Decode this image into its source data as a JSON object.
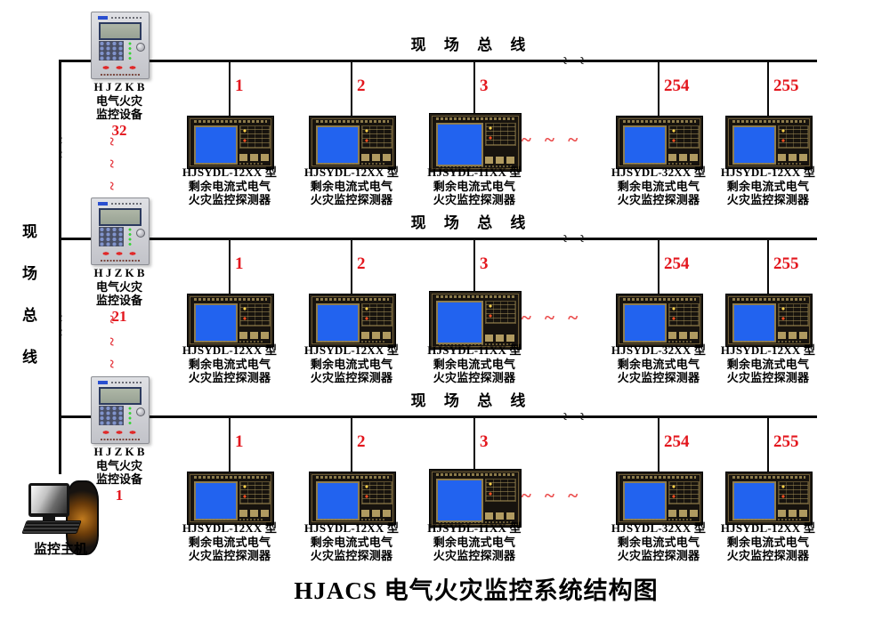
{
  "title": "HJACS 电气火灾监控系统结构图",
  "glyphs": {
    "tilde": "~",
    "ellipsis": "~ ~ ~"
  },
  "colors": {
    "accent_red": "#e3161d",
    "line_black": "#0a0a0a",
    "screen_blue": "#2263ef",
    "panel_gray": "#c9cace"
  },
  "left_bus": {
    "label_chars": [
      "现",
      "场",
      "总",
      "线"
    ]
  },
  "host": {
    "label": "监控主机"
  },
  "controllers": [
    {
      "name_line1": "H J Z K B",
      "name_line2": "电气火灾",
      "name_line3": "监控设备",
      "address": "32"
    },
    {
      "name_line1": "H J Z K B",
      "name_line2": "电气火灾",
      "name_line3": "监控设备",
      "address": "21"
    },
    {
      "name_line1": "H J Z K B",
      "name_line2": "电气火灾",
      "name_line3": "监控设备",
      "address": "1"
    }
  ],
  "rows": [
    {
      "bus_label": "现 场 总 线",
      "devices": [
        {
          "address": "1",
          "model": "HJSYDL-12XX 型",
          "desc_line1": "剩余电流式电气",
          "desc_line2": "火灾监控探测器"
        },
        {
          "address": "2",
          "model": "HJSYDL-12XX 型",
          "desc_line1": "剩余电流式电气",
          "desc_line2": "火灾监控探测器"
        },
        {
          "address": "3",
          "model": "HJSYDL-11XX 型",
          "desc_line1": "剩余电流式电气",
          "desc_line2": "火灾监控探测器"
        },
        {
          "address": "254",
          "model": "HJSYDL-32XX 型",
          "desc_line1": "剩余电流式电气",
          "desc_line2": "火灾监控探测器"
        },
        {
          "address": "255",
          "model": "HJSYDL-12XX 型",
          "desc_line1": "剩余电流式电气",
          "desc_line2": "火灾监控探测器"
        }
      ]
    },
    {
      "bus_label": "现 场 总 线",
      "devices": [
        {
          "address": "1",
          "model": "HJSYDL-12XX 型",
          "desc_line1": "剩余电流式电气",
          "desc_line2": "火灾监控探测器"
        },
        {
          "address": "2",
          "model": "HJSYDL-12XX 型",
          "desc_line1": "剩余电流式电气",
          "desc_line2": "火灾监控探测器"
        },
        {
          "address": "3",
          "model": "HJSYDL-11XX 型",
          "desc_line1": "剩余电流式电气",
          "desc_line2": "火灾监控探测器"
        },
        {
          "address": "254",
          "model": "HJSYDL-32XX 型",
          "desc_line1": "剩余电流式电气",
          "desc_line2": "火灾监控探测器"
        },
        {
          "address": "255",
          "model": "HJSYDL-12XX 型",
          "desc_line1": "剩余电流式电气",
          "desc_line2": "火灾监控探测器"
        }
      ]
    },
    {
      "bus_label": "现 场 总 线",
      "devices": [
        {
          "address": "1",
          "model": "HJSYDL-12XX 型",
          "desc_line1": "剩余电流式电气",
          "desc_line2": "火灾监控探测器"
        },
        {
          "address": "2",
          "model": "HJSYDL-12XX 型",
          "desc_line1": "剩余电流式电气",
          "desc_line2": "火灾监控探测器"
        },
        {
          "address": "3",
          "model": "HJSYDL-11XX 型",
          "desc_line1": "剩余电流式电气",
          "desc_line2": "火灾监控探测器"
        },
        {
          "address": "254",
          "model": "HJSYDL-32XX 型",
          "desc_line1": "剩余电流式电气",
          "desc_line2": "火灾监控探测器"
        },
        {
          "address": "255",
          "model": "HJSYDL-12XX 型",
          "desc_line1": "剩余电流式电气",
          "desc_line2": "火灾监控探测器"
        }
      ]
    }
  ]
}
